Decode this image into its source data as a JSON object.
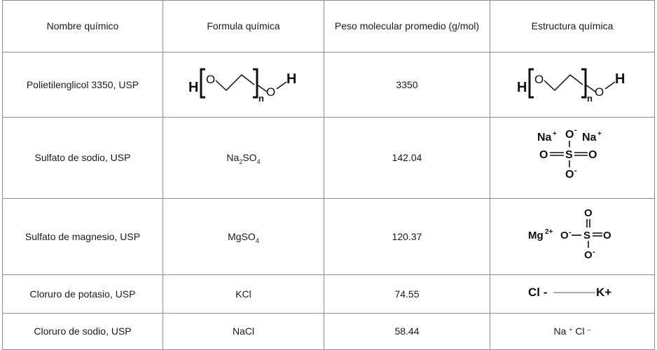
{
  "table": {
    "headers": [
      "Nombre químico",
      "Formula química",
      "Peso molecular promedio (g/mol)",
      "Estructura química"
    ],
    "rows": [
      {
        "name": "Polietilenglicol 3350, USP",
        "formula": "",
        "weight": "3350"
      },
      {
        "name": "Sulfato de sodio, USP",
        "formula_parts": [
          "Na",
          "2",
          "SO",
          "4"
        ],
        "weight": "142.04"
      },
      {
        "name": "Sulfato de magnesio, USP",
        "formula_parts": [
          "MgSO",
          "4"
        ],
        "weight": "120.37"
      },
      {
        "name": "Cloruro de potasio, USP",
        "formula": "KCl",
        "weight": "74.55"
      },
      {
        "name": "Cloruro de sodio, USP",
        "formula": "NaCl",
        "weight": "58.44"
      }
    ]
  },
  "structures": {
    "peg": {
      "h_left": "H",
      "o_left": "O",
      "n": "n",
      "o_right": "O",
      "h_right": "H"
    },
    "sodium_sulfate": {
      "na_left": "Na",
      "na_plus": "+",
      "o_top": "O",
      "o_top_charge": "-",
      "na_right": "Na",
      "na_right_plus": "+",
      "o_left": "O",
      "s": "S",
      "o_right": "O",
      "o_bottom": "O",
      "o_bottom_charge": "-"
    },
    "magnesium_sulfate": {
      "mg": "Mg",
      "mg_charge": "2+",
      "o_top": "O",
      "o_left": "O",
      "o_left_charge": "-",
      "s": "S",
      "o_right": "O",
      "o_bottom": "O",
      "o_bottom_charge": "-"
    },
    "potassium_chloride": {
      "cl": "Cl -",
      "k": "K+"
    },
    "sodium_chloride": {
      "na": "Na",
      "na_charge": "+",
      "cl": "Cl",
      "cl_charge": "–"
    }
  }
}
